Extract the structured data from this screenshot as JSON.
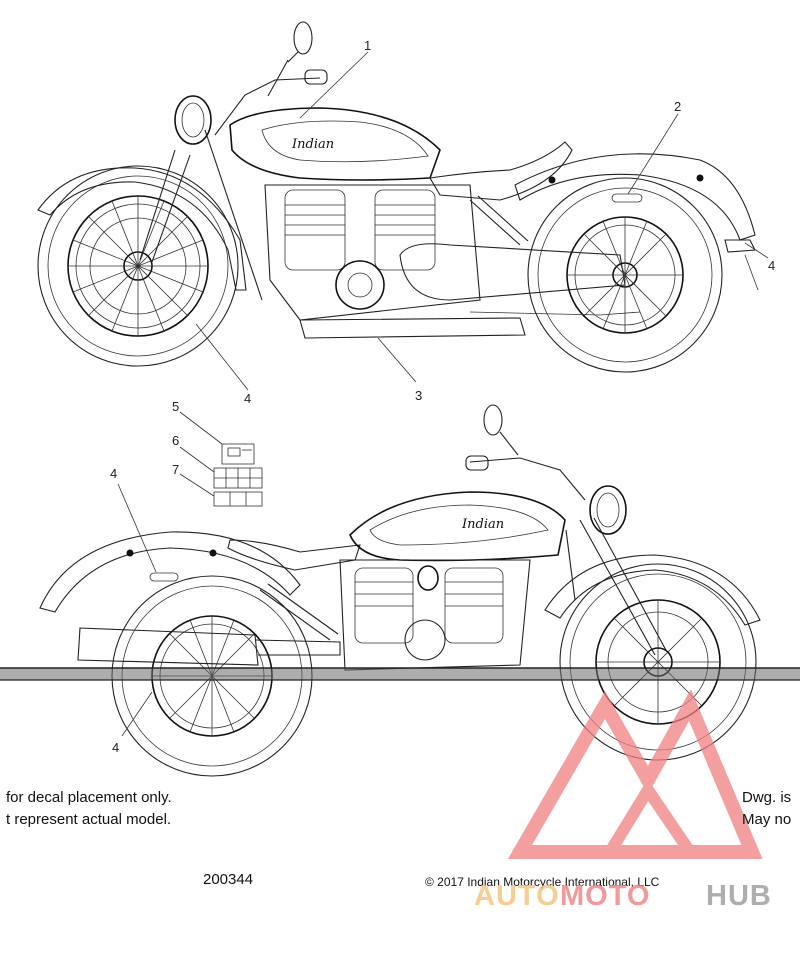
{
  "callouts": {
    "c1": "1",
    "c2": "2",
    "c3": "3",
    "c4a": "4",
    "c4b": "4",
    "c4c": "4",
    "c4d": "4",
    "c5": "5",
    "c6": "6",
    "c7": "7"
  },
  "tank_logo_top": "Indian",
  "tank_logo_bottom": "Indian",
  "notes": {
    "left_line1": "for decal placement only.",
    "left_line2": "t represent actual model.",
    "right_line1": "Dwg. is",
    "right_line2": "May no"
  },
  "drawing_number": "200344",
  "copyright": "© 2017 Indian Motorcycle International, LLC",
  "watermark": {
    "part1": "AUTO",
    "part2": "MOTO",
    "part3": "HUB",
    "color_red": "#f08080",
    "color_orange": "#f5c27a",
    "color_gray": "#9a9a9a"
  }
}
